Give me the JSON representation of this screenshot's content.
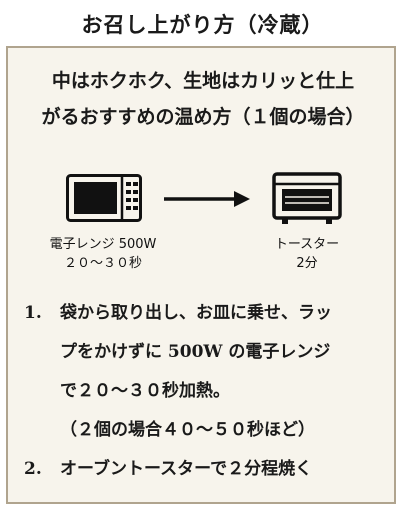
{
  "title": "お召し上がり方（冷蔵）",
  "intro": [
    "中はホクホク、生地はカリッと仕上",
    "がるおすすめの温め方（１個の場合）"
  ],
  "diagram": {
    "left": {
      "icon": "microwave-icon",
      "line1": "電子レンジ 500W",
      "line2": "２０〜３０秒"
    },
    "arrow": "arrow-right-icon",
    "right": {
      "icon": "toaster-oven-icon",
      "line1": "トースター",
      "line2": "2分"
    }
  },
  "steps": [
    {
      "num": "1.",
      "lines": [
        "袋から取り出し、お皿に乗せ、ラッ",
        "プをかけずに 500W の電子レンジ",
        "で２０〜３０秒加熱。",
        "（２個の場合４０〜５０秒ほど）"
      ]
    },
    {
      "num": "2.",
      "lines": [
        "オーブントースターで２分程焼く"
      ]
    }
  ],
  "colors": {
    "panel_bg": "#f7f4ec",
    "panel_border": "#b0a48e",
    "text": "#1a1a1a"
  }
}
